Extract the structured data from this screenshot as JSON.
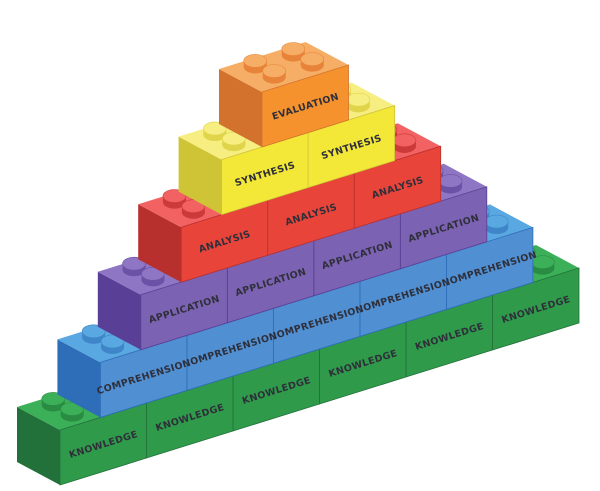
{
  "diagram": {
    "levels": [
      {
        "label": "KNOWLEDGE",
        "count": 6,
        "colors": {
          "front": "#2e9a4a",
          "side": "#22703a",
          "top": "#3bb058",
          "stud": "#2a8c43"
        }
      },
      {
        "label": "COMPREHENSION",
        "count": 5,
        "colors": {
          "front": "#4f8fd2",
          "side": "#2e6db8",
          "top": "#5aa8e2",
          "stud": "#3f86c8"
        }
      },
      {
        "label": "APPLICATION",
        "count": 4,
        "colors": {
          "front": "#7b62b2",
          "side": "#5a3f96",
          "top": "#8e76c4",
          "stud": "#6c52a6"
        }
      },
      {
        "label": "ANALYSIS",
        "count": 3,
        "colors": {
          "front": "#e8443a",
          "side": "#b8302e",
          "top": "#f26262",
          "stud": "#cc3a3a"
        }
      },
      {
        "label": "SYNTHESIS",
        "count": 2,
        "colors": {
          "front": "#f3e838",
          "side": "#cfc336",
          "top": "#f6ee80",
          "stud": "#e0d54a"
        }
      },
      {
        "label": "EVALUATION",
        "count": 1,
        "colors": {
          "front": "#f5922e",
          "side": "#d3722c",
          "top": "#f6ae66",
          "stud": "#e8833a"
        }
      }
    ]
  }
}
